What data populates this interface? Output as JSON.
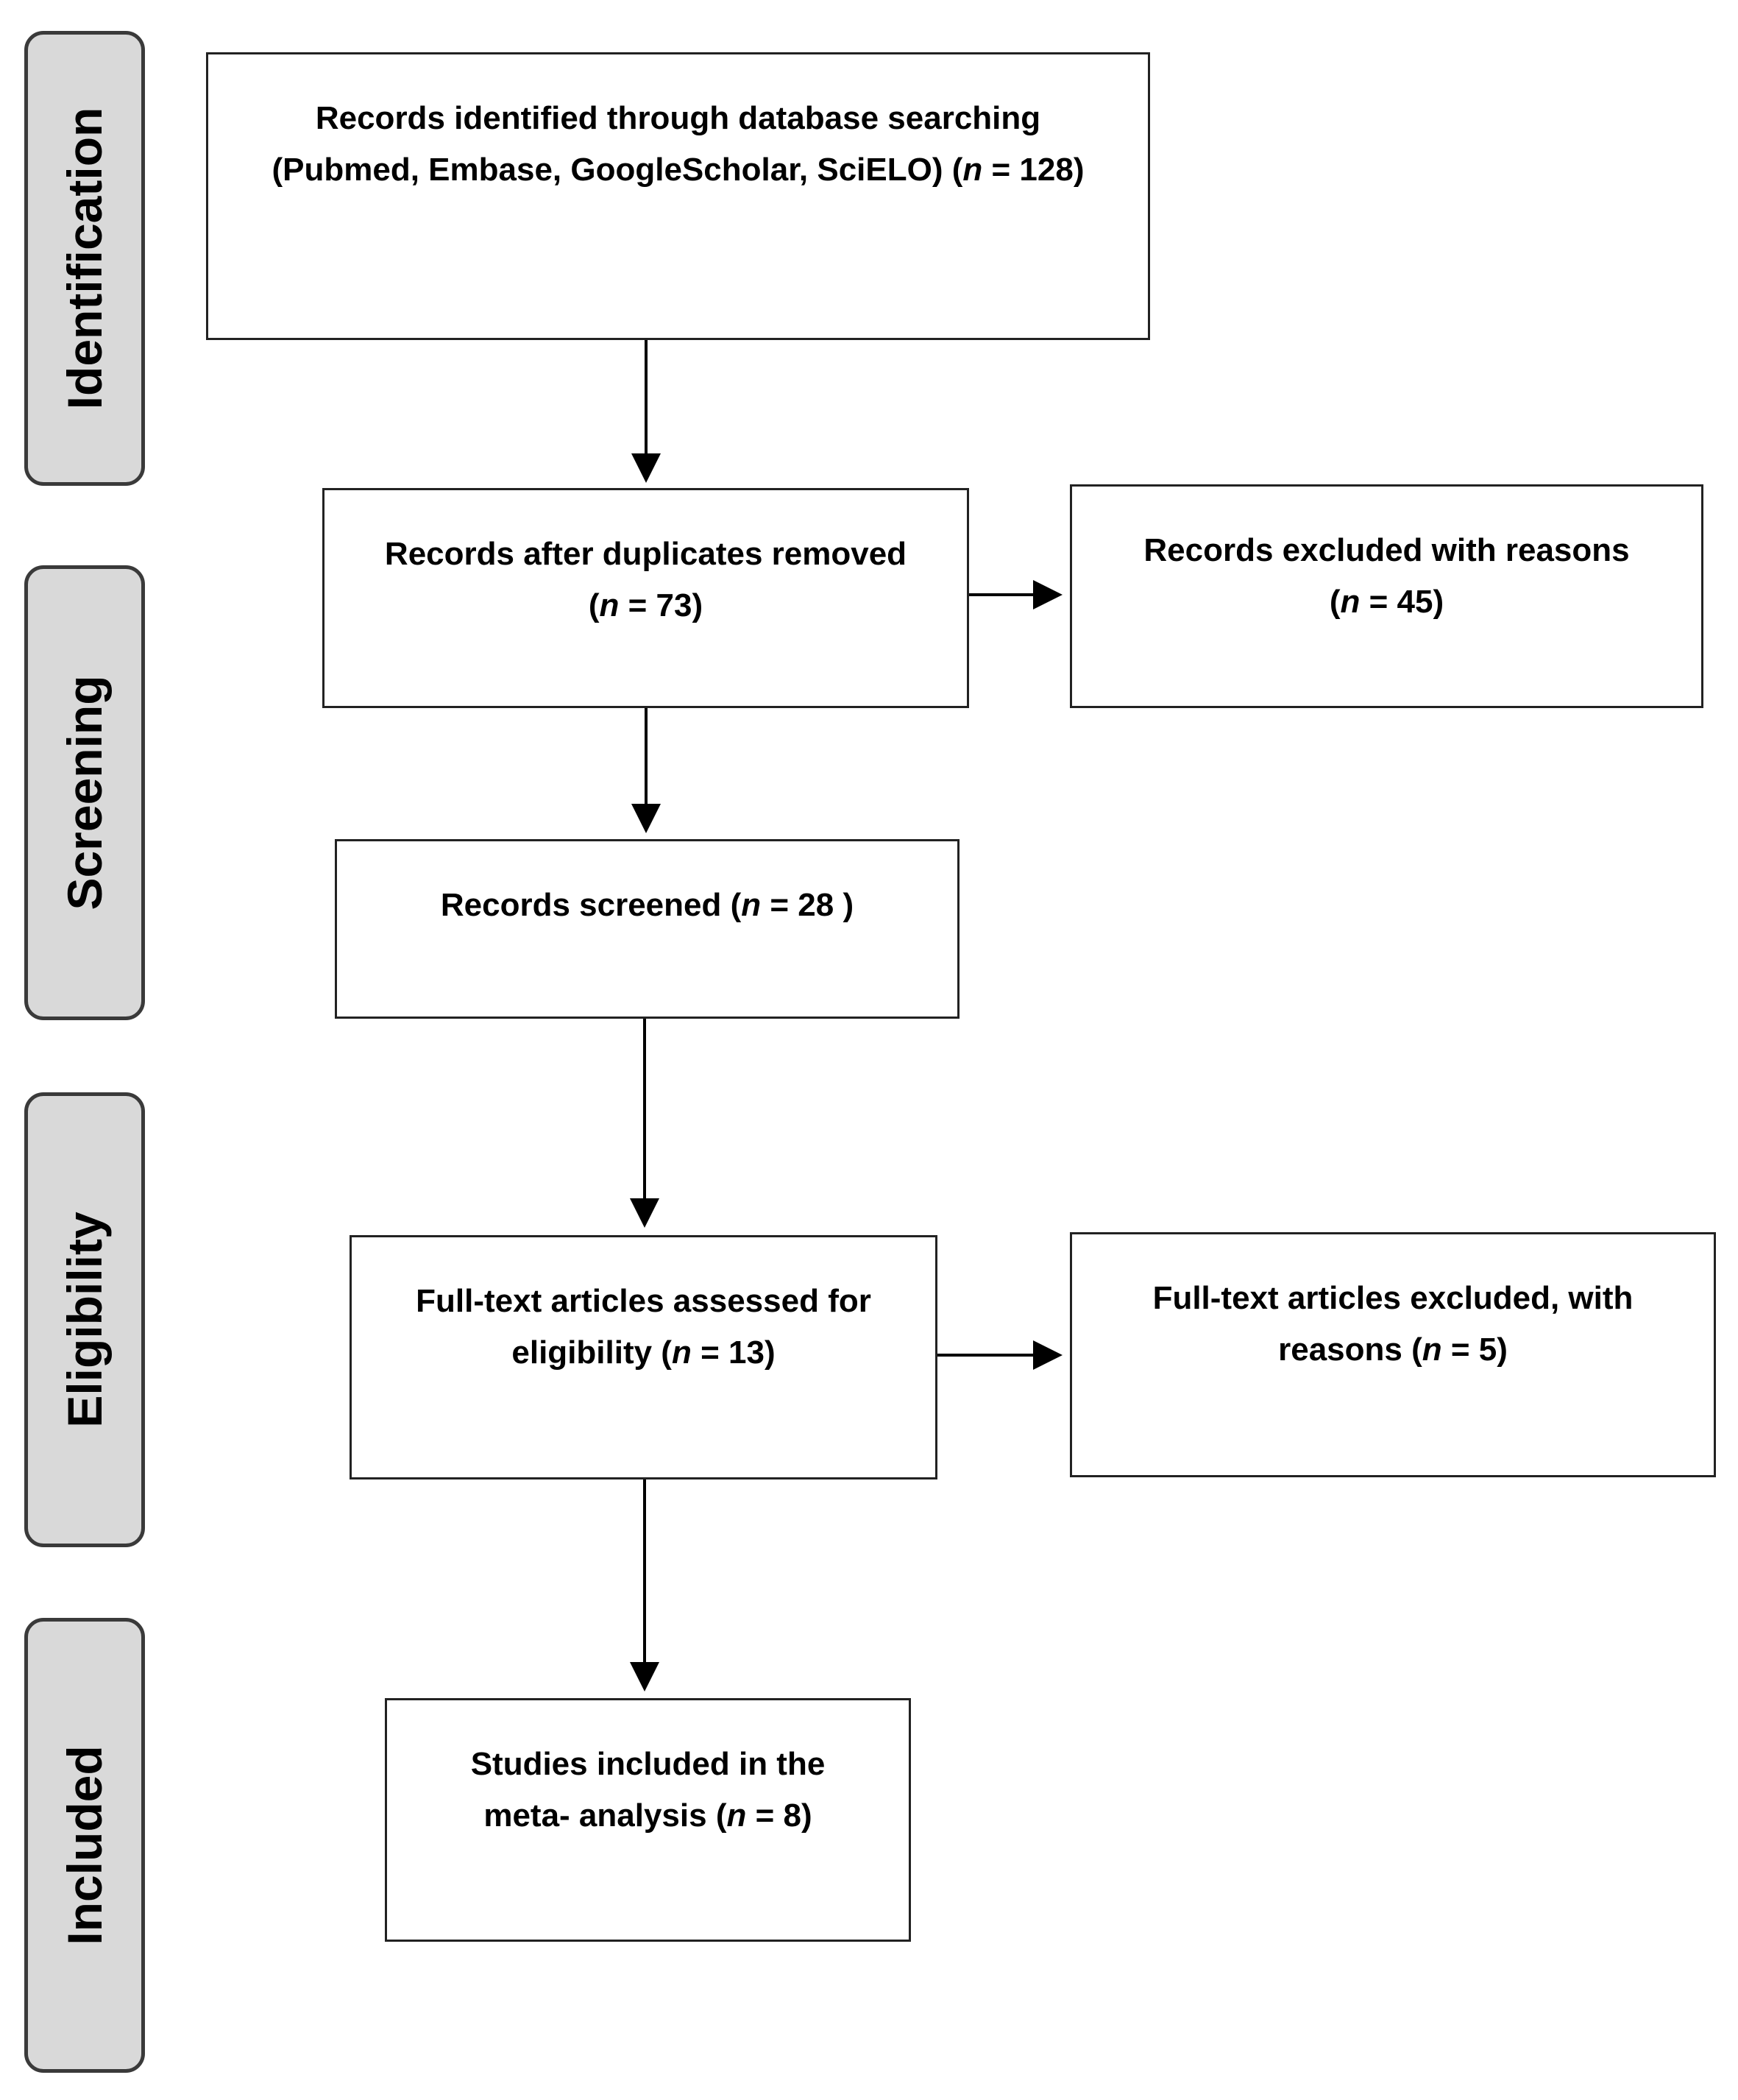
{
  "stages": [
    {
      "id": "identification",
      "label": "Identification"
    },
    {
      "id": "screening",
      "label": "Screening"
    },
    {
      "id": "eligibility",
      "label": "Eligibility"
    },
    {
      "id": "included",
      "label": "Included"
    }
  ],
  "boxes": {
    "identified": {
      "line1": "Records identified through database searching",
      "line2_prefix": "(Pubmed, Embase, GoogleScholar, SciELO) (",
      "n_symbol": "n",
      "line2_suffix": " = 128)"
    },
    "after_duplicates": {
      "line1": "Records after duplicates removed",
      "line2_prefix": "(",
      "n_symbol": "n",
      "line2_suffix": " = 73)"
    },
    "excluded_reasons": {
      "line1": "Records excluded with reasons",
      "line2_prefix": "(",
      "n_symbol": "n",
      "line2_suffix": " = 45)"
    },
    "screened": {
      "line1_prefix": "Records screened (",
      "n_symbol": "n",
      "line1_suffix": " = 28 )"
    },
    "fulltext_assessed": {
      "line1": "Full-text articles assessed for",
      "line2_prefix": "eligibility (",
      "n_symbol": "n",
      "line2_suffix": " = 13)"
    },
    "fulltext_excluded": {
      "line1": "Full-text articles excluded, with",
      "line2_prefix": "reasons (",
      "n_symbol": "n",
      "line2_suffix": " = 5)"
    },
    "included": {
      "line1": "Studies included in the",
      "line2_prefix": "meta- analysis (",
      "n_symbol": "n",
      "line2_suffix": " = 8)"
    }
  },
  "colors": {
    "stage_fill": "#d9d9d9",
    "stage_border": "#3a3a3a",
    "box_border": "#222222",
    "arrow": "#000000"
  }
}
